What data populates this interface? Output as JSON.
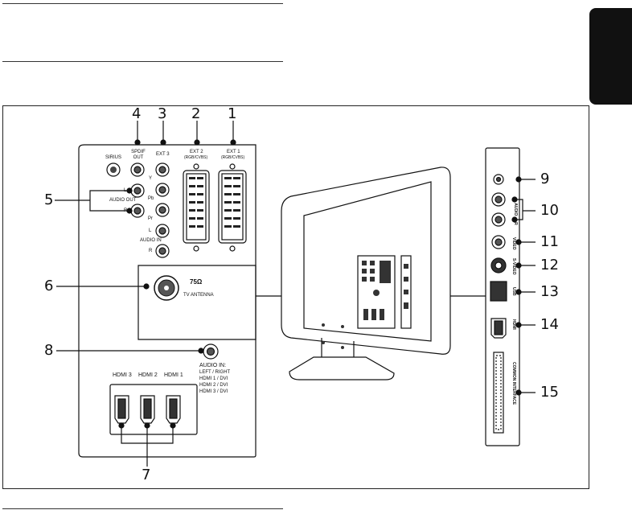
{
  "callouts": [
    "1",
    "2",
    "3",
    "4",
    "5",
    "6",
    "7",
    "8",
    "9",
    "10",
    "11",
    "12",
    "13",
    "14",
    "15"
  ],
  "labels": {
    "sirius": "SIRIUS",
    "spdif_out": "SPDIF OUT",
    "ext3": "EXT 3",
    "ext2": "EXT 2",
    "ext2_sub": "(RGB/CVBS)",
    "ext1": "EXT 1",
    "ext1_sub": "(RGB/CVBS)",
    "y": "Y",
    "pb": "Pb",
    "pr": "Pr",
    "audio_in_l": "L",
    "audio_in_text": "AUDIO IN",
    "audio_in_r": "R",
    "audio_out_l": "L",
    "audio_out_text": "AUDIO OUT",
    "audio_out_r": "R",
    "ohm": "75Ω",
    "tv_antenna": "TV ANTENNA",
    "audio_in_lr": "AUDIO IN:",
    "left_right": "LEFT / RIGHT",
    "hdmi1_dvi": "HDMI 1 / DVI",
    "hdmi2_dvi": "HDMI 2 / DVI",
    "hdmi3_dvi": "HDMI 3 / DVI",
    "hdmi3": "HDMI 3",
    "hdmi2": "HDMI 2",
    "hdmi1": "HDMI 1",
    "side_audio": "— AUDIO — R",
    "side_video": "VIDEO",
    "side_svideo": "S-VIDEO",
    "side_usb": "USB",
    "side_hdmi": "HDMI",
    "side_ci": "COMMON INTERFACE"
  },
  "colors": {
    "line": "#111111",
    "panel": "#ffffff",
    "tab": "#111111"
  }
}
